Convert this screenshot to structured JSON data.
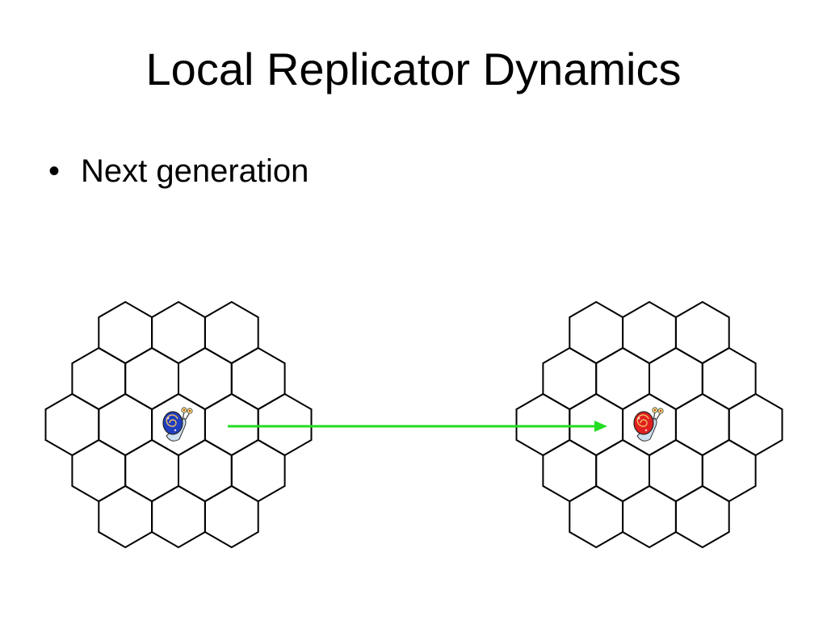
{
  "slide": {
    "title": "Local Replicator Dynamics",
    "bullets": [
      {
        "marker": "•",
        "text": "Next generation"
      }
    ]
  },
  "diagram": {
    "grid_layout": "hexagonal cluster, 19 cells (rows of 3, 4, 5, 4, 3)",
    "before": {
      "occupant": "snail",
      "occupant_color": "#1f3fbf",
      "cell": "center"
    },
    "after": {
      "occupant": "snail",
      "occupant_color": "#e02020",
      "cell": "center"
    },
    "transition_arrow_color": "#22dd22",
    "hex_stroke_color": "#000000"
  }
}
